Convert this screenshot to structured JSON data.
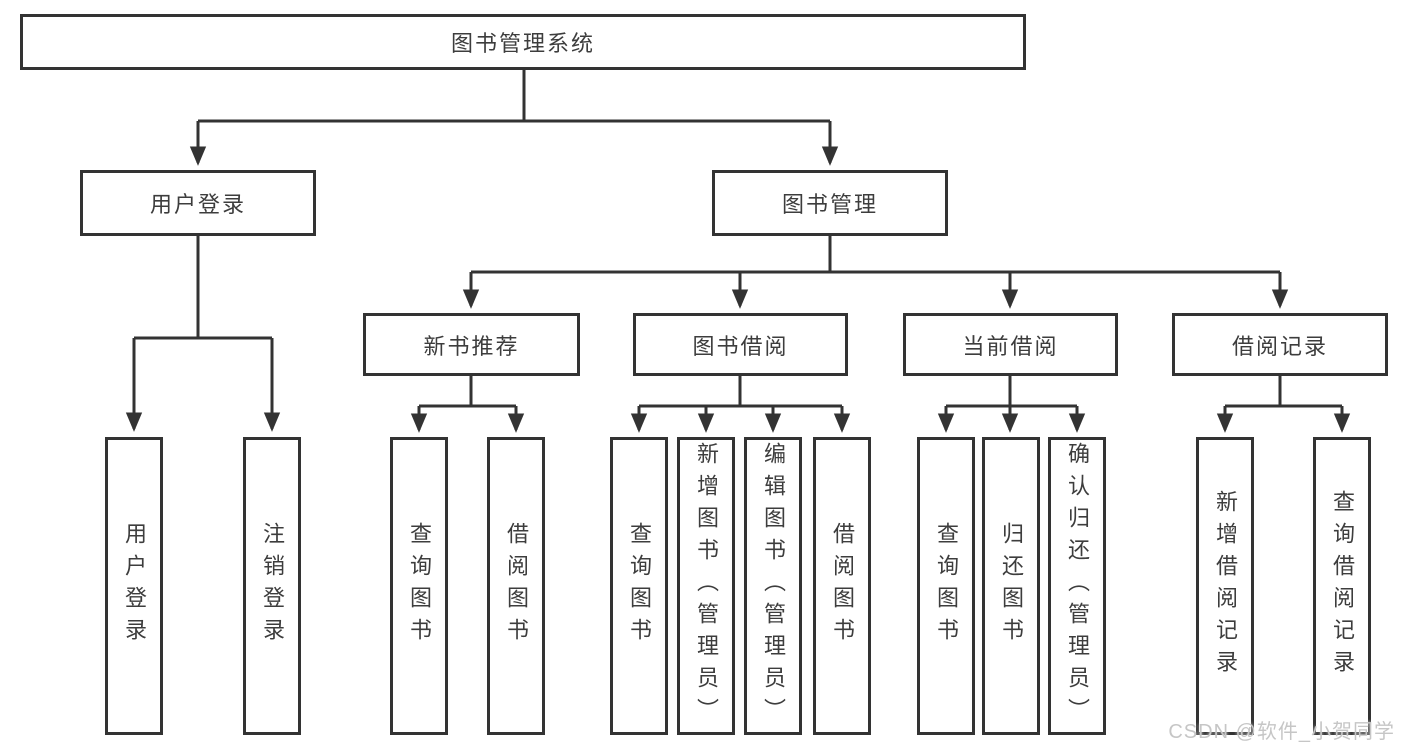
{
  "diagram": {
    "type": "hierarchy-tree",
    "title": "图书管理系统",
    "watermark": "CSDN @软件_小贺同学",
    "colors": {
      "line": "#333333",
      "box_border": "#333333",
      "text": "#3d3d3d",
      "background": "#ffffff",
      "watermark": "#c6c6c6"
    },
    "nodes": {
      "root": {
        "id": "library-management-system",
        "label": "图书管理系统"
      },
      "level2": [
        {
          "id": "user-login",
          "label": "用户登录",
          "parent": "library-management-system"
        },
        {
          "id": "book-management",
          "label": "图书管理",
          "parent": "library-management-system"
        }
      ],
      "level3": [
        {
          "id": "new-book-recommend",
          "label": "新书推荐",
          "parent": "book-management"
        },
        {
          "id": "book-borrowing",
          "label": "图书借阅",
          "parent": "book-management"
        },
        {
          "id": "current-borrowing",
          "label": "当前借阅",
          "parent": "book-management"
        },
        {
          "id": "borrowing-records",
          "label": "借阅记录",
          "parent": "book-management"
        }
      ],
      "leaves": [
        {
          "id": "leaf-user-login",
          "label": "用户登录",
          "parent": "user-login"
        },
        {
          "id": "leaf-logout",
          "label": "注销登录",
          "parent": "user-login"
        },
        {
          "id": "leaf-query-books-recommend",
          "label": "查询图书",
          "parent": "new-book-recommend"
        },
        {
          "id": "leaf-borrow-books-recommend",
          "label": "借阅图书",
          "parent": "new-book-recommend"
        },
        {
          "id": "leaf-query-books-borrowing",
          "label": "查询图书",
          "parent": "book-borrowing"
        },
        {
          "id": "leaf-add-books-admin",
          "label": "新增图书（管理员）",
          "parent": "book-borrowing"
        },
        {
          "id": "leaf-edit-books-admin",
          "label": "编辑图书（管理员）",
          "parent": "book-borrowing"
        },
        {
          "id": "leaf-borrow-books-borrowing",
          "label": "借阅图书",
          "parent": "book-borrowing"
        },
        {
          "id": "leaf-query-books-current",
          "label": "查询图书",
          "parent": "current-borrowing"
        },
        {
          "id": "leaf-return-books",
          "label": "归还图书",
          "parent": "current-borrowing"
        },
        {
          "id": "leaf-confirm-return-admin",
          "label": "确认归还（管理员）",
          "parent": "current-borrowing"
        },
        {
          "id": "leaf-add-borrow-record",
          "label": "新增借阅记录",
          "parent": "borrowing-records"
        },
        {
          "id": "leaf-query-borrow-record",
          "label": "查询借阅记录",
          "parent": "borrowing-records"
        }
      ]
    }
  }
}
